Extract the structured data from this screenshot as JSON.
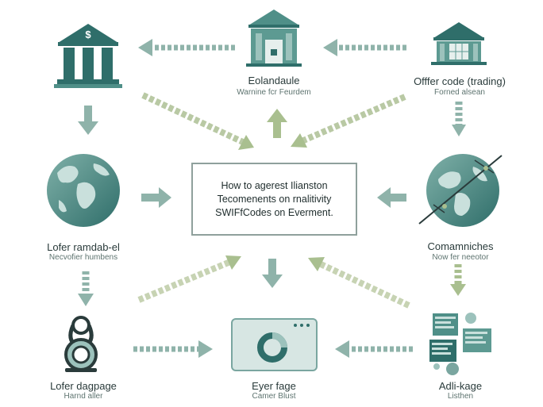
{
  "center": {
    "line1": "How to agerest Ilianston",
    "line2": "Tecomenents on rnalitivity",
    "line3": "SWIFfCodes on Everment."
  },
  "nodes": {
    "top_left": {
      "icon": "bank-dollar-icon"
    },
    "top_mid": {
      "icon": "bank-building-icon",
      "title": "Eolandaule",
      "subtitle": "Warnine fcr Feurdem"
    },
    "top_right": {
      "icon": "bank-small-icon",
      "title": "Offfer code (trading)",
      "subtitle": "Forned alsean"
    },
    "mid_left": {
      "icon": "globe-icon",
      "title": "Lofer ramdab-el",
      "subtitle": "Necvofier humbens"
    },
    "mid_right": {
      "icon": "globe-network-icon",
      "title": "Comamniches",
      "subtitle": "Now fer neeotor"
    },
    "bot_left": {
      "icon": "key-lock-icon",
      "title": "Lofer dagpage",
      "subtitle": "Harnd aller"
    },
    "bot_mid": {
      "icon": "screen-chart-icon",
      "title": "Eyer fage",
      "subtitle": "Camer Blust"
    },
    "bot_right": {
      "icon": "cubes-icon",
      "title": "Adli-kage",
      "subtitle": "Listhen"
    }
  },
  "colors": {
    "teal_dark": "#2f6e6a",
    "teal_mid": "#4f8f88",
    "teal_light": "#9cc2bc",
    "arrow_teal": "#8fb3aa",
    "arrow_olive": "#a9bf8f"
  }
}
